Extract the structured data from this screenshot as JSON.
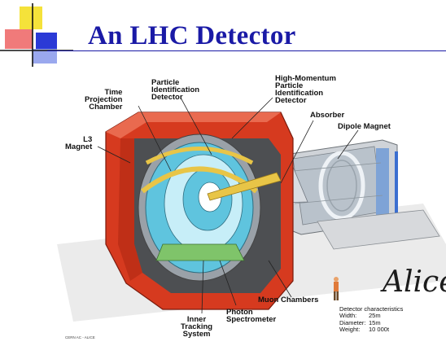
{
  "title": "An LHC Detector",
  "labels": {
    "time_projection_chamber": "Time\nProjection\nChamber",
    "particle_identification_detector": "Particle\nIdentification\nDetector",
    "high_momentum_pid": "High-Momentum\nParticle\nIdentification\nDetector",
    "absorber": "Absorber",
    "dipole_magnet": "Dipole Magnet",
    "l3_magnet": "L3\nMagnet",
    "muon_chambers": "Muon Chambers",
    "photon_spectrometer": "Photon\nSpectrometer",
    "inner_tracking_system": "Inner\nTracking\nSystem"
  },
  "logo_text": "Alice",
  "specs": {
    "heading": "Detector characteristics",
    "rows": [
      {
        "key": "Width:",
        "value": "25m"
      },
      {
        "key": "Diameter:",
        "value": "15m"
      },
      {
        "key": "Weight:",
        "value": "10 000t"
      }
    ]
  },
  "credit": "CERN AC - ALICE",
  "colors": {
    "title": "#1a1aa6",
    "magnet_red": "#d63a1f",
    "detector_cyan": "#5fc4de",
    "gold": "#e8c547",
    "deco_yellow": "#f5e23a",
    "deco_blue": "#2b3ad6",
    "deco_red": "#f07a7a"
  }
}
